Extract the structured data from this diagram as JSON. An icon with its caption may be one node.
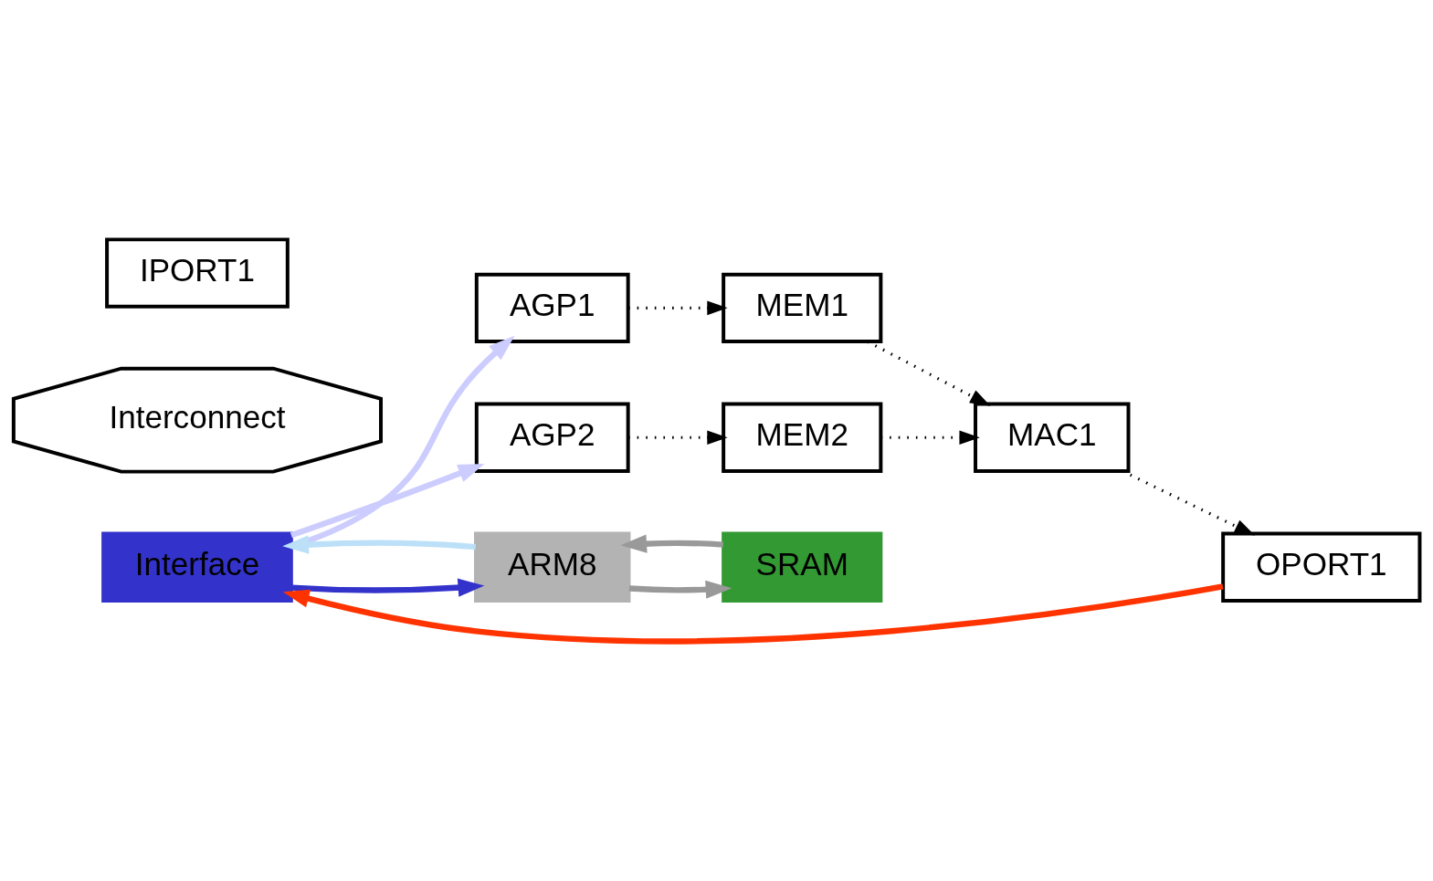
{
  "diagram": {
    "nodes": [
      {
        "text": [
          "Interface"
        ]
      },
      {
        "text": [
          "AGP1"
        ]
      },
      {
        "text": [
          "MEM1"
        ]
      },
      {
        "text": [
          "MAC1"
        ]
      },
      {
        "text": [
          "AGP2"
        ]
      },
      {
        "text": [
          "MEM2"
        ]
      },
      {
        "text": [
          "OPORT1"
        ]
      },
      {
        "text": [
          "ARM8"
        ]
      },
      {
        "text": [
          "SRAM"
        ]
      },
      {
        "text": [
          "Interconnect"
        ]
      },
      {
        "text": [
          "IPORT1"
        ]
      }
    ],
    "edges": [
      {
        "from": 0,
        "to": 1,
        "arrow": "to",
        "color": "#ccccff"
      },
      {
        "from": 0,
        "to": 4,
        "arrow": "to",
        "color": "#ccccff"
      },
      {
        "from": 1,
        "to": 2,
        "arrow": "to",
        "style": "dashed"
      },
      {
        "from": 4,
        "to": 5,
        "arrow": "to",
        "style": "dashed"
      },
      {
        "from": 2,
        "to": 3,
        "arrow": "to",
        "style": "dashed"
      },
      {
        "from": 5,
        "to": 3,
        "arrow": "to",
        "style": "dashed"
      },
      {
        "from": 3,
        "to": 6,
        "arrow": "to",
        "style": "dashed"
      },
      {
        "from": 6,
        "to": 0,
        "arrow": "to",
        "color": "#ff3300"
      },
      {
        "from": 7,
        "to": 0,
        "arrow": "to",
        "color": "#bbe0f8"
      },
      {
        "from": 0,
        "to": 7,
        "arrow": "to",
        "color": "#3333cc"
      },
      {
        "from": 8,
        "to": 7,
        "arrow": "to",
        "color": "#999999"
      },
      {
        "from": 7,
        "to": 8,
        "arrow": "to",
        "color": "#999999"
      }
    ]
  }
}
